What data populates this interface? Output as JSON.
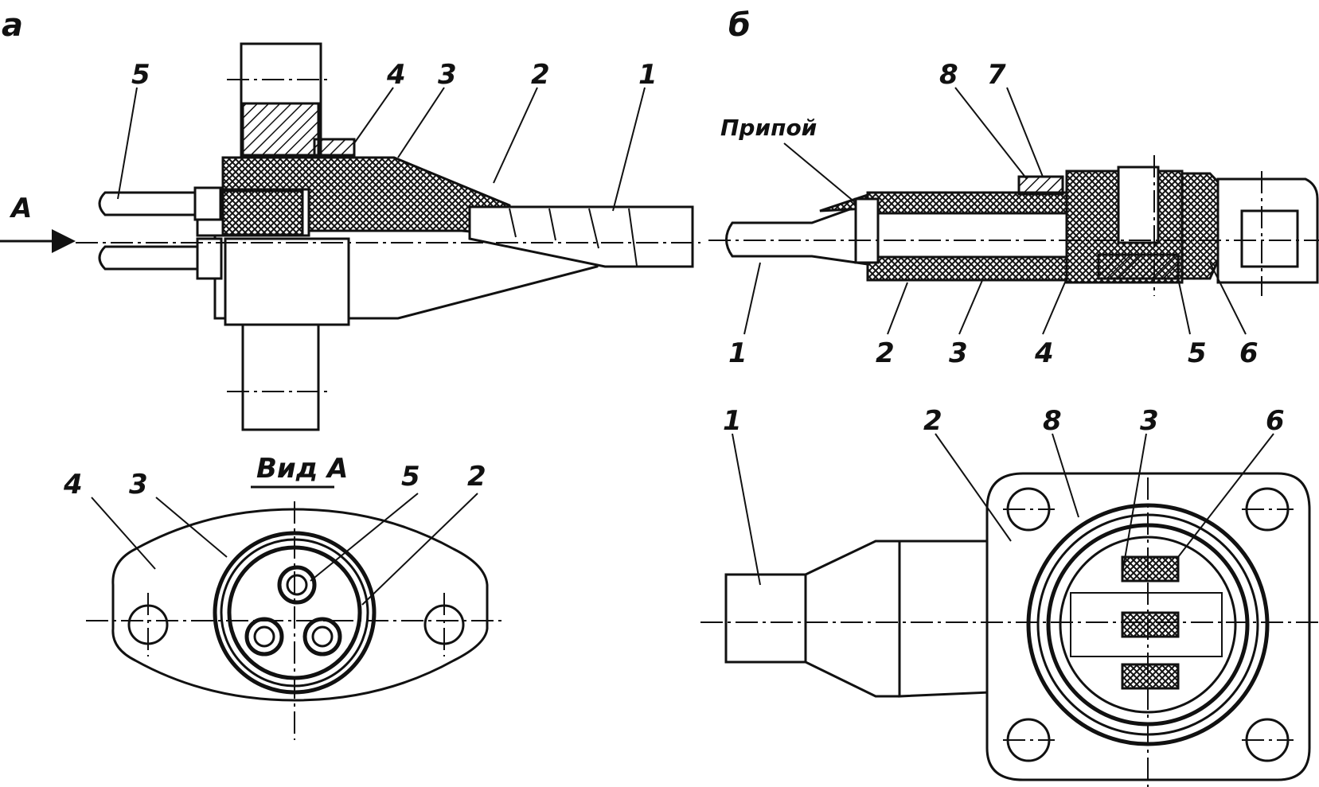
{
  "panels": {
    "a": {
      "letter": "a"
    },
    "b": {
      "letter": "б"
    }
  },
  "view_a": {
    "arrow_label": "A",
    "view_title": "Вид А",
    "section_callouts": [
      "5",
      "4",
      "3",
      "2",
      "1"
    ],
    "view_callouts": [
      "4",
      "3",
      "5",
      "2"
    ]
  },
  "view_b": {
    "solder_label": "Припой",
    "section_top_callouts": [
      "8",
      "7"
    ],
    "section_bottom_callouts": [
      "1",
      "2",
      "3",
      "4",
      "5",
      "6"
    ],
    "plan_callouts": [
      "1",
      "2",
      "8",
      "3",
      "6"
    ]
  }
}
